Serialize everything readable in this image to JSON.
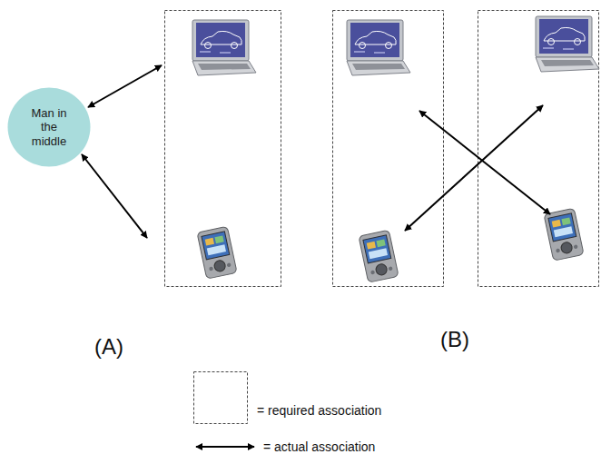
{
  "diagram": {
    "nodes": [
      {
        "text": [
          "Man in the middle"
        ]
      }
    ],
    "labels": [
      "(A)",
      "(B)"
    ],
    "legend": [
      {
        "text": "= required association"
      },
      {
        "text": "= actual association"
      }
    ]
  }
}
